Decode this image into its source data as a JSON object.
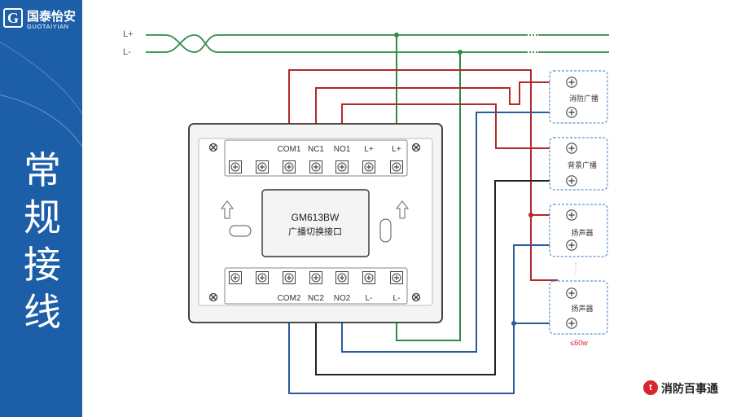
{
  "brand": {
    "logo_letter": "G",
    "name_cn": "国泰怡安",
    "name_en": "GUOTAIYIAN",
    "footer_icon": "t",
    "footer_text": "消防百事通",
    "primary_color": "#1d5ea8",
    "footer_color": "#d9232d"
  },
  "side_title": [
    "常",
    "规",
    "接",
    "线"
  ],
  "bus_labels": {
    "l_plus": "L+",
    "l_minus": "L-"
  },
  "module": {
    "model": "GM613BW",
    "name": "广播切换接口",
    "top_terminals": [
      "COM1",
      "NC1",
      "NO1",
      "L+",
      "L+"
    ],
    "bottom_terminals": [
      "COM2",
      "NC2",
      "NO2",
      "L-",
      "L-"
    ]
  },
  "devices": {
    "fire_broadcast": "消防广播",
    "background_music": "背景广播",
    "speaker_1": "扬声器",
    "speaker_2": "扬声器",
    "speaker_note": "≤60w"
  },
  "wire_colors": {
    "bus": "#2e8b4a",
    "red": "#b22a2a",
    "blue": "#2a5b9c",
    "black": "#222222",
    "device_border": "#3a78bd"
  }
}
